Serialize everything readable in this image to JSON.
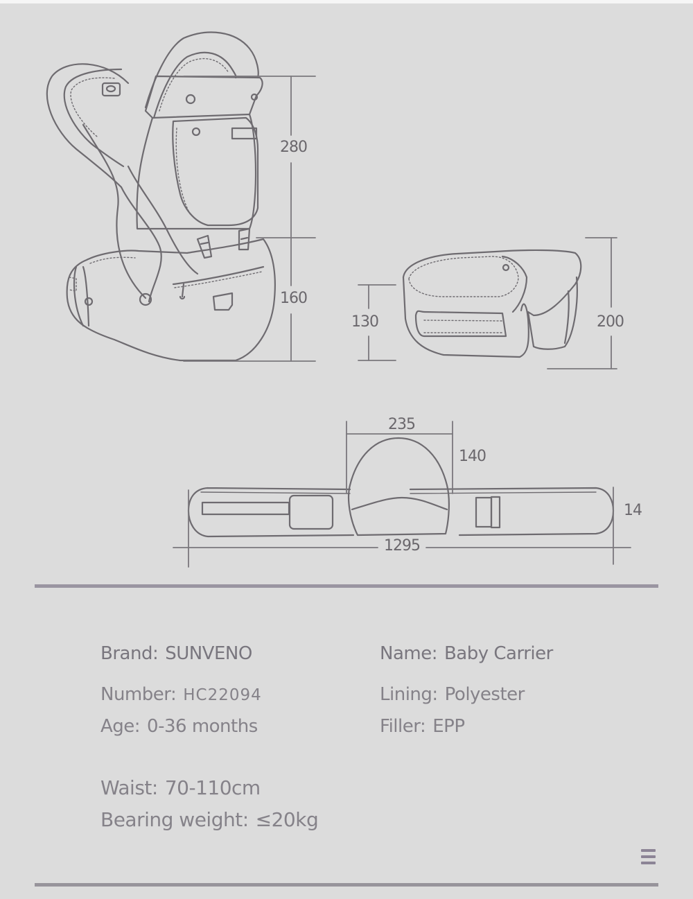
{
  "diagram": {
    "carrier_front": {
      "dims": {
        "upper_height": "280",
        "lower_height": "160"
      }
    },
    "hip_seat": {
      "dims": {
        "front_height": "130",
        "back_height": "200"
      }
    },
    "waist_belt": {
      "dims": {
        "seat_width": "235",
        "seat_height": "140",
        "belt_height": "14",
        "total_length": "1295"
      }
    }
  },
  "specs": {
    "brand": {
      "label": "Brand:",
      "value": "SUNVENO"
    },
    "name": {
      "label": "Name:",
      "value": "Baby Carrier"
    },
    "number": {
      "label": "Number:",
      "value": "HC22094"
    },
    "lining": {
      "label": "Lining:",
      "value": "Polyester"
    },
    "age": {
      "label": "Age:",
      "value": "0-36 months"
    },
    "filler": {
      "label": "Filler:",
      "value": "EPP"
    },
    "waist": {
      "label": "Waist:",
      "value": "70-110cm"
    },
    "bearing_weight": {
      "label": "Bearing weight:",
      "value": "≤20kg"
    }
  },
  "menu": {
    "icon": "hamburger-menu-icon"
  },
  "colors": {
    "background": "#dcdcdc",
    "line": "#6e6b70",
    "divider": "#9a95a1",
    "text": "#7f7c84"
  }
}
